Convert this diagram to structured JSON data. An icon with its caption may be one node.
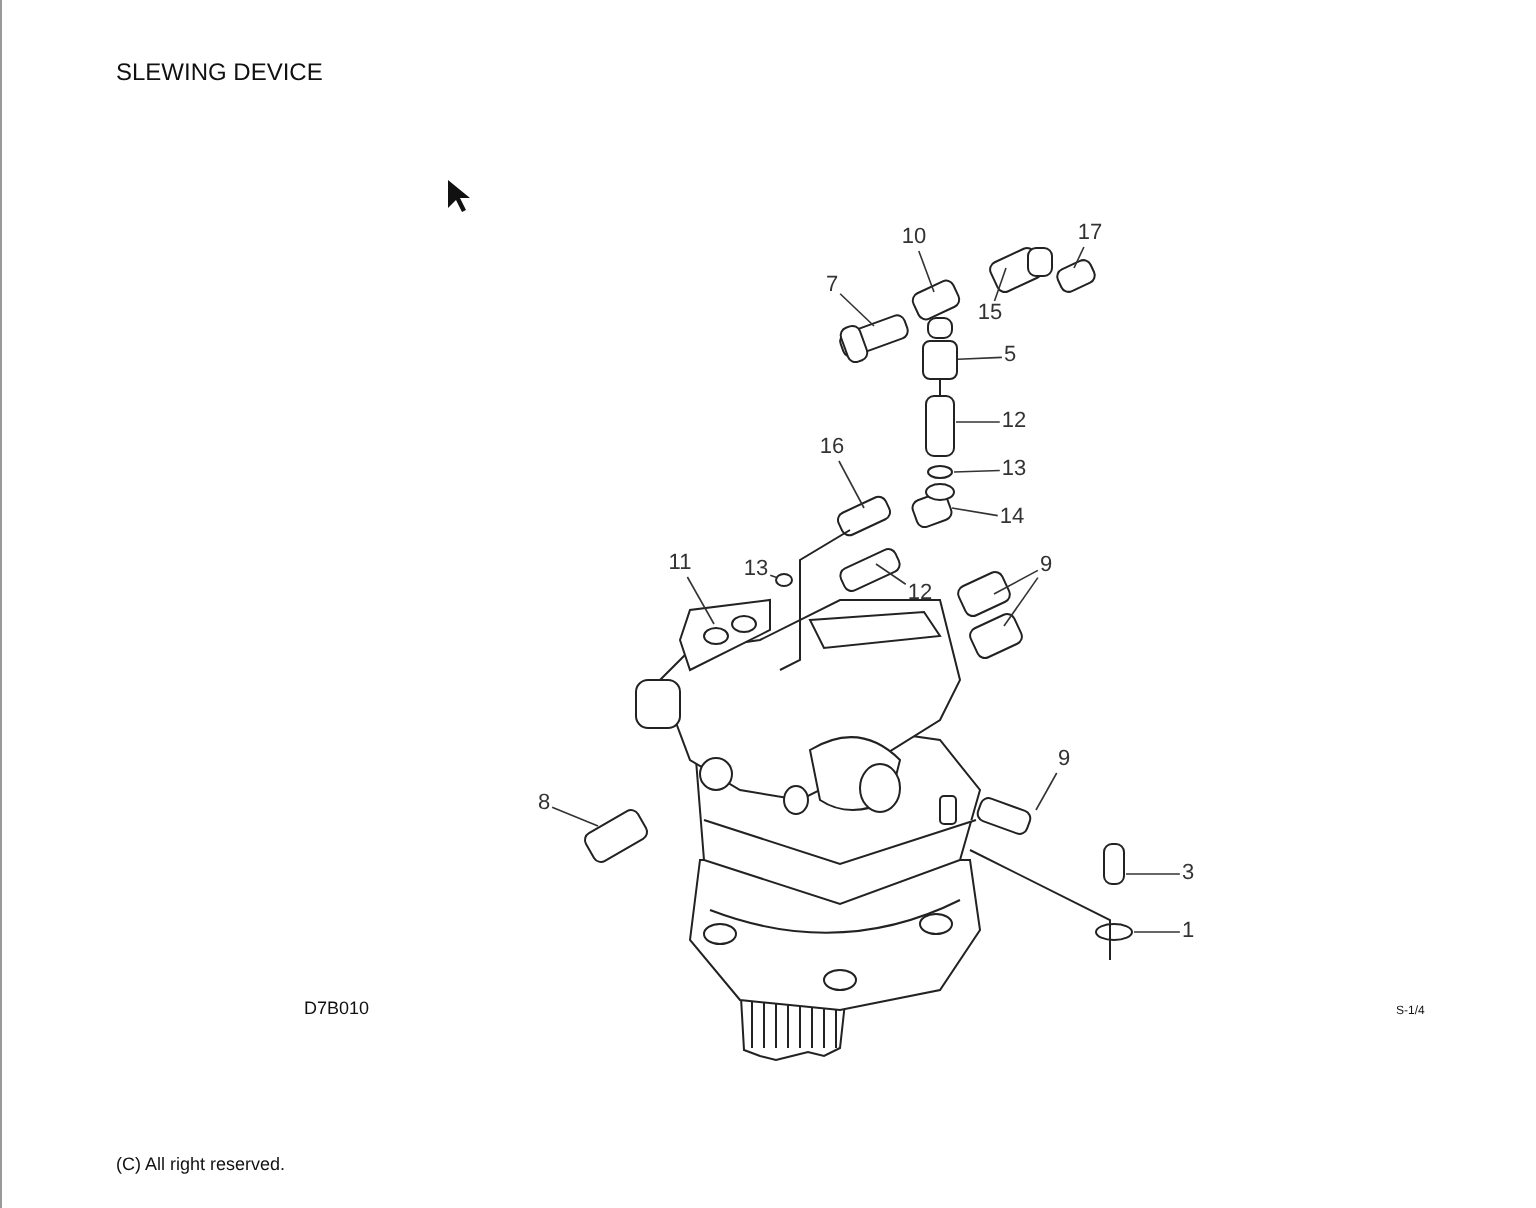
{
  "diagram": {
    "title": "SLEWING DEVICE",
    "nodes": [
      {
        "text": [
          "7"
        ]
      },
      {
        "text": [
          "10"
        ]
      },
      {
        "text": [
          "15"
        ]
      },
      {
        "text": [
          "17"
        ]
      },
      {
        "text": [
          "5"
        ]
      },
      {
        "text": [
          "12"
        ]
      },
      {
        "text": [
          "16"
        ]
      },
      {
        "text": [
          "13"
        ]
      },
      {
        "text": [
          "14"
        ]
      },
      {
        "text": [
          "11"
        ]
      },
      {
        "text": [
          "13"
        ]
      },
      {
        "text": [
          "12"
        ]
      },
      {
        "text": [
          "9"
        ]
      },
      {
        "text": [
          "9"
        ]
      },
      {
        "text": [
          "8"
        ]
      },
      {
        "text": [
          "3"
        ]
      },
      {
        "text": [
          "1"
        ]
      },
      {
        "text": [],
        "shape": "picture"
      }
    ],
    "edges": [
      {
        "from": 0,
        "to": null,
        "arrow": "none"
      },
      {
        "from": 1,
        "to": null,
        "arrow": "none"
      },
      {
        "from": 2,
        "to": null,
        "arrow": "none"
      },
      {
        "from": 3,
        "to": null,
        "arrow": "none"
      },
      {
        "from": 4,
        "to": 17,
        "arrow": "none"
      },
      {
        "from": 5,
        "to": null,
        "arrow": "none"
      },
      {
        "from": 6,
        "to": null,
        "arrow": "none"
      },
      {
        "from": 7,
        "to": null,
        "arrow": "none"
      },
      {
        "from": 8,
        "to": null,
        "arrow": "none"
      },
      {
        "from": 9,
        "to": null,
        "arrow": "none"
      },
      {
        "from": 10,
        "to": null,
        "arrow": "none"
      },
      {
        "from": 11,
        "to": null,
        "arrow": "none"
      },
      {
        "from": 12,
        "to": null,
        "arrow": "none"
      },
      {
        "from": 12,
        "to": null,
        "arrow": "none"
      },
      {
        "from": 13,
        "to": null,
        "arrow": "none"
      },
      {
        "from": 14,
        "to": null,
        "arrow": "none"
      },
      {
        "from": 15,
        "to": null,
        "arrow": "none"
      },
      {
        "from": 16,
        "to": null,
        "arrow": "none"
      }
    ],
    "labels": [
      "D7B010",
      "S-1/4",
      "(C) All right reserved."
    ]
  }
}
